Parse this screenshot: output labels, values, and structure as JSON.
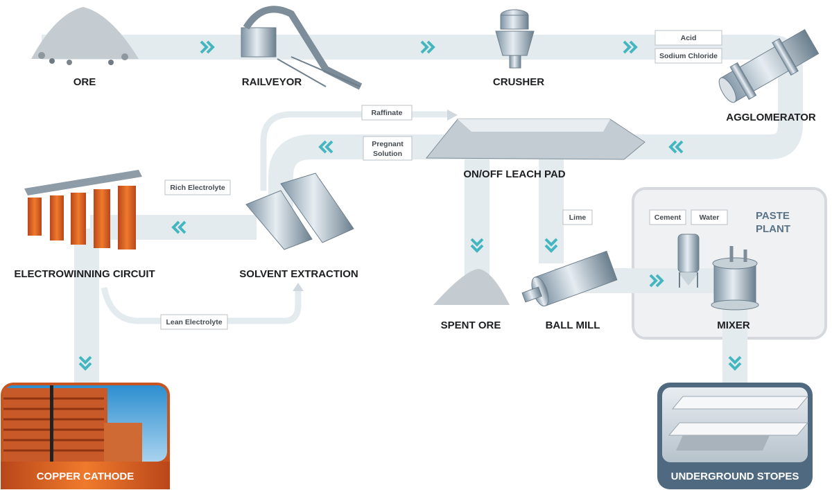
{
  "stages": {
    "ore": "ORE",
    "railveyor": "RAILVEYOR",
    "crusher": "CRUSHER",
    "agglomerator": "AGGLOMERATOR",
    "leach_pad": "ON/OFF LEACH PAD",
    "solvent_extraction": "SOLVENT EXTRACTION",
    "electrowinning": "ELECTROWINNING CIRCUIT",
    "spent_ore": "SPENT ORE",
    "ball_mill": "BALL MILL",
    "mixer": "MIXER",
    "paste_plant_line1": "PASTE",
    "paste_plant_line2": "PLANT",
    "copper_cathode": "COPPER CATHODE",
    "underground_stopes": "UNDERGROUND STOPES"
  },
  "inputs": {
    "acid": "Acid",
    "sodium_chloride": "Sodium Chloride",
    "raffinate": "Raffinate",
    "pregnant_solution_line1": "Pregnant",
    "pregnant_solution_line2": "Solution",
    "rich_electrolyte": "Rich Electrolyte",
    "lean_electrolyte": "Lean Electrolyte",
    "lime": "Lime",
    "cement": "Cement",
    "water": "Water"
  },
  "colors": {
    "pipe": "#e4ebef",
    "chevron": "#44b6bf",
    "copper": "#c8551f",
    "stopes": "#4f6a80",
    "paste_plant_title": "#5a7286"
  }
}
